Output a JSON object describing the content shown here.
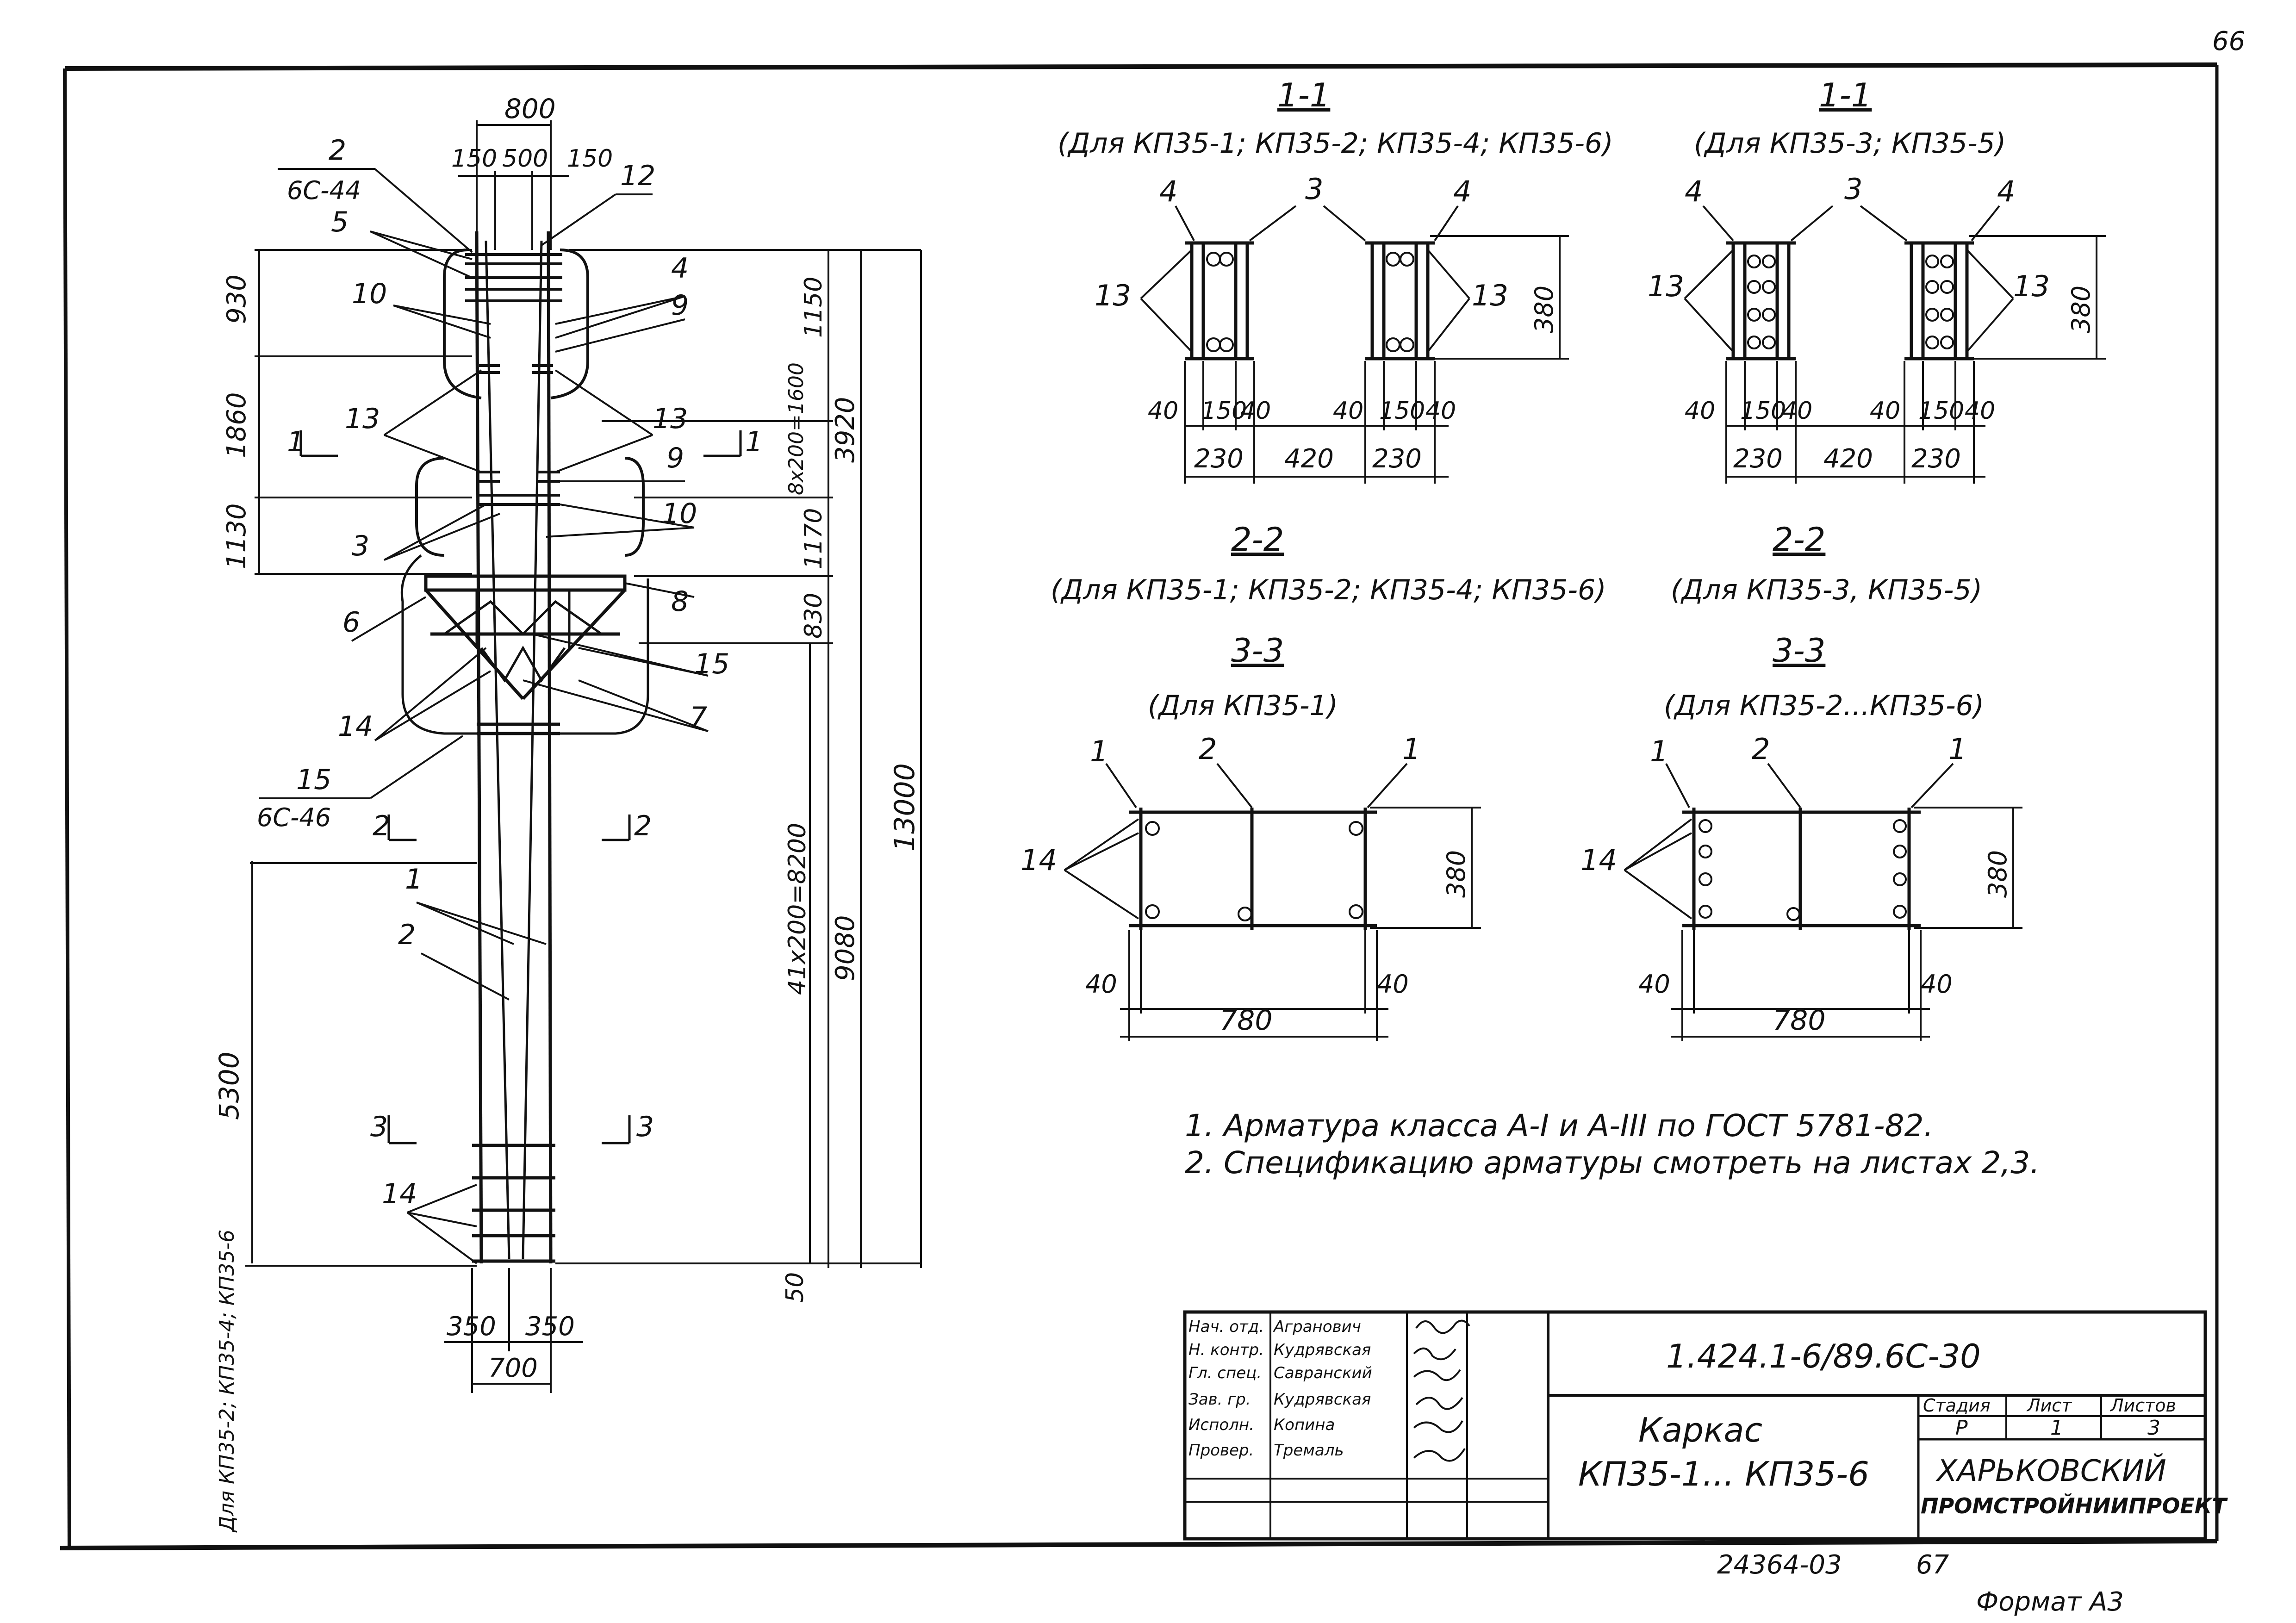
{
  "sheet": {
    "corner_number": "66",
    "archive_number": "24364-03",
    "archive_page": "67",
    "format_label": "Формат А3"
  },
  "notes": {
    "line1": "1. Арматура класса А-I и А-III по ГОСТ 5781-82.",
    "line2": "2. Спецификацию арматуры смотреть на листах 2,3."
  },
  "elevation": {
    "dims": {
      "total_width": "800",
      "offset_left": "150",
      "middle": "500",
      "offset_right": "150",
      "h_930": "930",
      "h_1860": "1860",
      "h_1130": "1130",
      "h_1150": "1150",
      "h_range": "8x200=1600",
      "h_3920": "3920",
      "h_1170": "1170",
      "h_830": "830",
      "h_8200": "41x200=8200",
      "h_9080": "9080",
      "h_13000": "13000",
      "h_5300": "5300",
      "h_50": "50",
      "bottom_left": "350",
      "bottom_right": "350",
      "bottom_total": "700"
    },
    "callouts": {
      "c2": "2",
      "c2_mark": "6С-44",
      "c5": "5",
      "c12": "12",
      "c10a": "10",
      "c4": "4",
      "c9a": "9",
      "c13a": "13",
      "c13b": "13",
      "c9b": "9",
      "c3": "3",
      "c10b": "10",
      "c6": "6",
      "c8": "8",
      "c15a": "15",
      "c14a": "14",
      "c7": "7",
      "c15b": "15",
      "c15b_mark": "6С-46",
      "c1": "1",
      "c2b": "2",
      "c14b": "14"
    },
    "section_marks": {
      "s1_left": "1",
      "s1_right": "1",
      "s2_left": "2",
      "s2_right": "2",
      "s3_left": "3",
      "s3_right": "3"
    },
    "side_note": "Для КП35-2; КП35-4; КП35-6"
  },
  "sections": {
    "s11a": {
      "title": "1-1",
      "subtitle": "(Для КП35-1; КП35-2; КП35-4; КП35-6)",
      "callout_left": "4",
      "callout_mid": "3",
      "callout_right": "4",
      "callout_13_left": "13",
      "callout_13_right": "13",
      "height": "380",
      "d40a": "40",
      "d150a": "150",
      "d40b": "40",
      "d40c": "40",
      "d150b": "150",
      "d40d": "40",
      "d230a": "230",
      "d420": "420",
      "d230b": "230"
    },
    "s11b": {
      "title": "1-1",
      "subtitle": "(Для КП35-3; КП35-5)",
      "callout_left": "4",
      "callout_mid": "3",
      "callout_right": "4",
      "callout_13_left": "13",
      "callout_13_right": "13",
      "height": "380",
      "d40a": "40",
      "d150a": "150",
      "d40b": "40",
      "d40c": "40",
      "d150b": "150",
      "d40d": "40",
      "d230a": "230",
      "d420": "420",
      "d230b": "230"
    },
    "s22a": {
      "title": "2-2",
      "subtitle": "(Для КП35-1; КП35-2; КП35-4; КП35-6)"
    },
    "s22b": {
      "title": "2-2",
      "subtitle": "(Для КП35-3, КП35-5)"
    },
    "s33a": {
      "title": "3-3",
      "subtitle": "(Для КП35-1)",
      "callout_1a": "1",
      "callout_2": "2",
      "callout_1b": "1",
      "callout_14": "14",
      "height": "380",
      "d40a": "40",
      "d40b": "40",
      "d780": "780"
    },
    "s33b": {
      "title": "3-3",
      "subtitle": "(Для КП35-2...КП35-6)",
      "callout_1a": "1",
      "callout_2": "2",
      "callout_1b": "1",
      "callout_14": "14",
      "height": "380",
      "d40a": "40",
      "d40b": "40",
      "d780": "780"
    }
  },
  "title_block": {
    "doc_code": "1.424.1-6/89.6С-30",
    "title_line1": "Каркас",
    "title_line2": "КП35-1... КП35-6",
    "stage_label": "Стадия",
    "sheet_label": "Лист",
    "sheets_label": "Листов",
    "stage": "Р",
    "sheet": "1",
    "sheets": "3",
    "org_line1": "ХАРЬКОВСКИЙ",
    "org_line2": "ПРОМСТРОЙНИИПРОЕКТ",
    "people": [
      {
        "role": "Нач. отд.",
        "name": "Агранович"
      },
      {
        "role": "Н. контр.",
        "name": "Кудрявская"
      },
      {
        "role": "Гл. спец.",
        "name": "Савранский"
      },
      {
        "role": "Зав. гр.",
        "name": "Кудрявская"
      },
      {
        "role": "Исполн.",
        "name": "Копина"
      },
      {
        "role": "Провер.",
        "name": "Тремаль"
      }
    ]
  }
}
